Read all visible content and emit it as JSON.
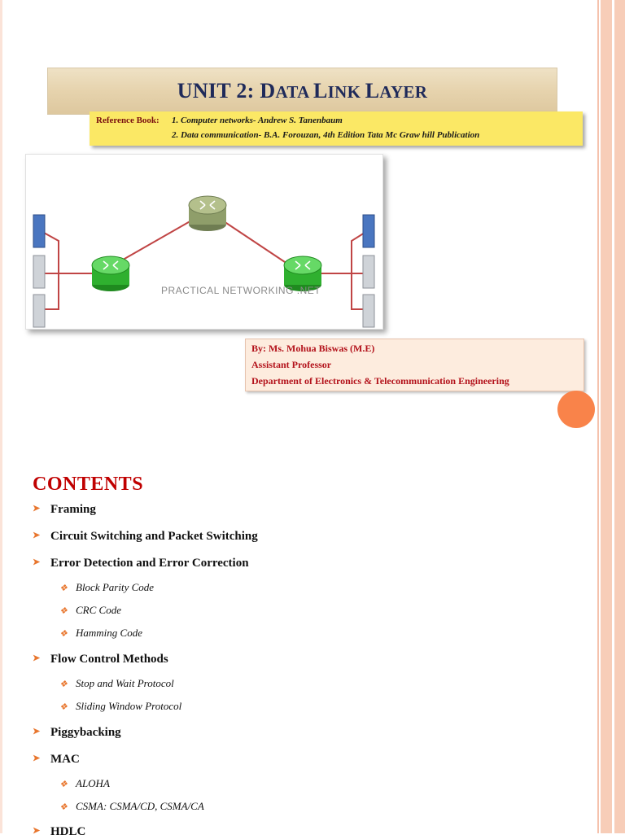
{
  "slide1": {
    "title_main": "UNIT 2: D",
    "title_sc1": "ATA ",
    "title_L": "L",
    "title_sc2": "INK ",
    "title_L2": "L",
    "title_sc3": "AYER",
    "reference": {
      "label": "Reference Book:",
      "book1": "1. Computer networks- Andrew S. Tanenbaum",
      "book2": "2. Data communication- B.A. Forouzan, 4th Edition Tata Mc Graw hill Publication"
    },
    "image_watermark": "PRACTICAL NETWORKING .NET",
    "author": {
      "name": "By: Ms. Mohua Biswas  (M.E)",
      "role": "Assistant Professor",
      "department": "Department of Electronics & Telecommunication Engineering"
    }
  },
  "slide2": {
    "heading": "CONTENTS",
    "items": [
      {
        "text": "Framing"
      },
      {
        "text": "Circuit Switching and Packet Switching"
      },
      {
        "text": "Error Detection and Error Correction"
      },
      {
        "text": "Block Parity Code"
      },
      {
        "text": "CRC Code"
      },
      {
        "text": "Hamming Code"
      },
      {
        "text": "Flow Control Methods"
      },
      {
        "text": "Stop and Wait Protocol"
      },
      {
        "text": "Sliding Window Protocol"
      },
      {
        "text": "Piggybacking"
      },
      {
        "text": "MAC"
      },
      {
        "text": "ALOHA"
      },
      {
        "text": "CSMA: CSMA/CD, CSMA/CA"
      },
      {
        "text": "HDLC"
      }
    ]
  },
  "colors": {
    "accent_orange": "#f9834a",
    "heading_red": "#c00000",
    "title_navy": "#1f2a5a",
    "reference_yellow": "#fbe865"
  }
}
